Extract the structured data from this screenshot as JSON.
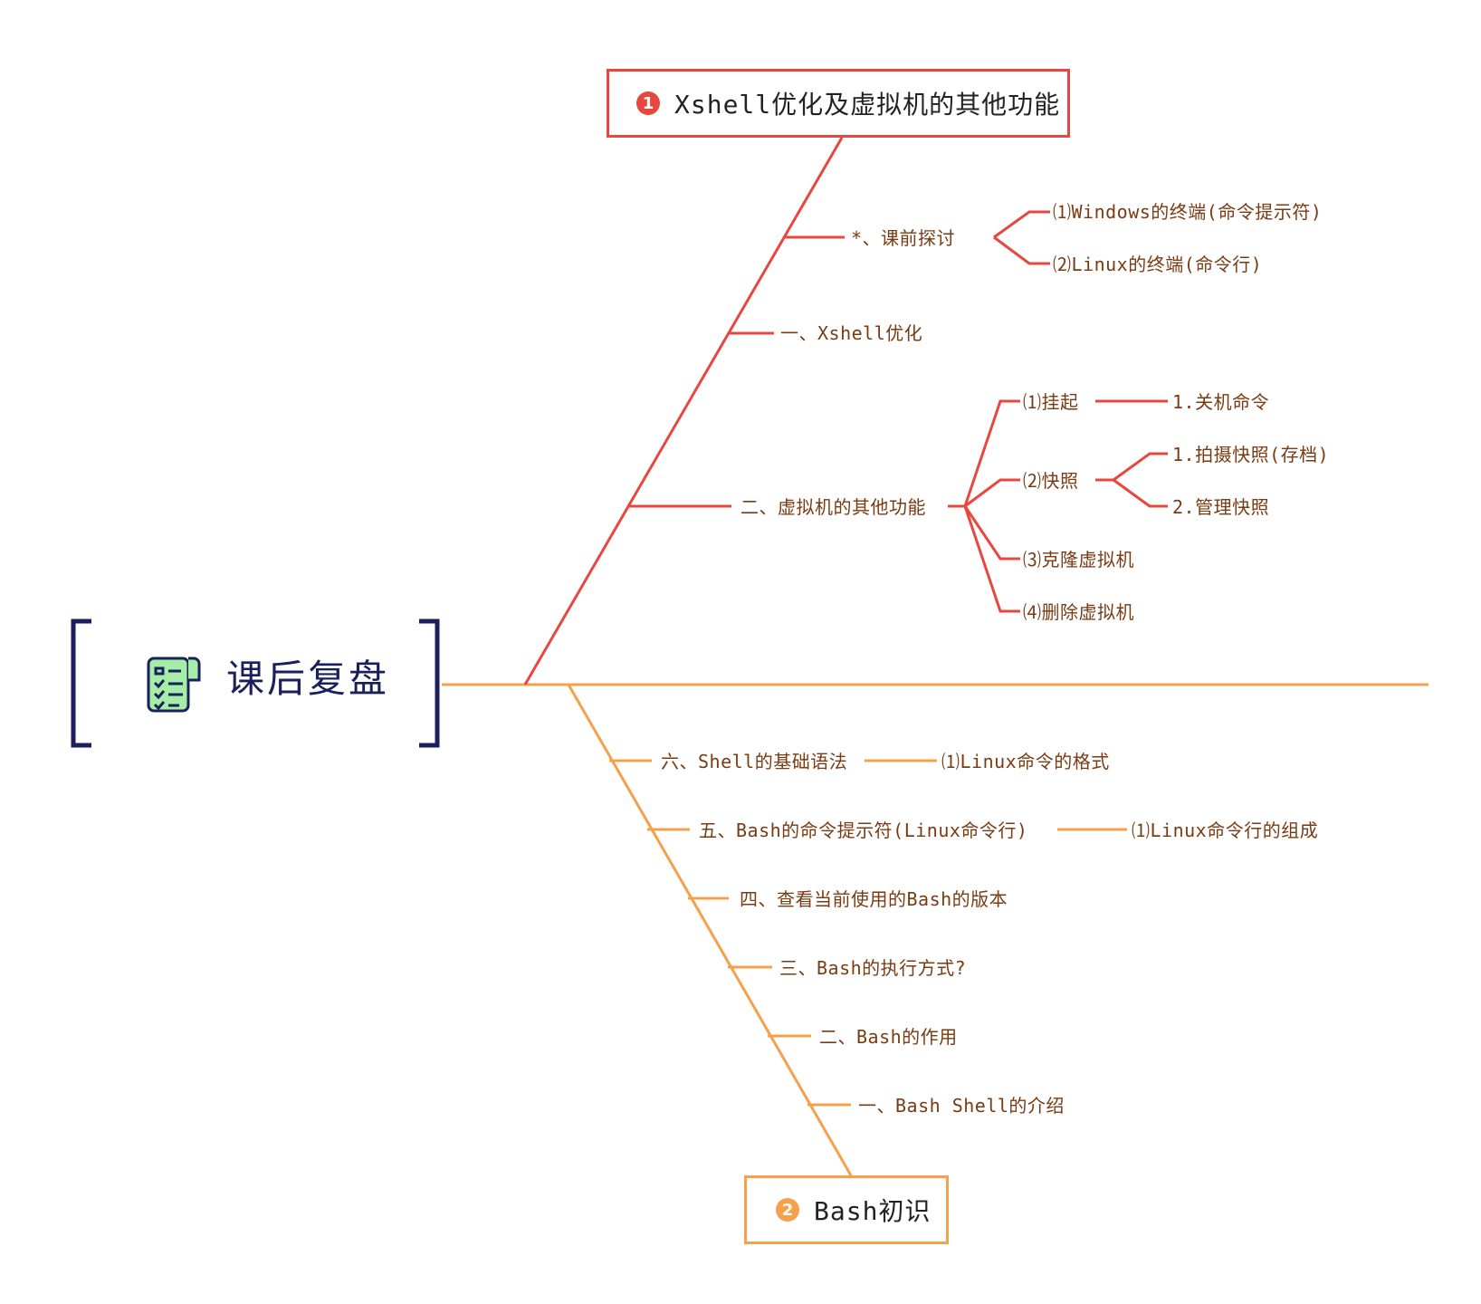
{
  "root": {
    "title": "课后复盘",
    "icon": "checklist-scroll-icon"
  },
  "branch1": {
    "number": "1",
    "title": "Xshell优化及虚拟机的其他功能",
    "color": "#e8473f",
    "items": [
      {
        "label": "*、课前探讨",
        "children": [
          "⑴Windows的终端(命令提示符)",
          "⑵Linux的终端(命令行)"
        ]
      },
      {
        "label": "一、Xshell优化"
      },
      {
        "label": "二、虚拟机的其他功能",
        "children": [
          {
            "label": "⑴挂起",
            "children": [
              "1.关机命令"
            ]
          },
          {
            "label": "⑵快照",
            "children": [
              "1.拍摄快照(存档)",
              "2.管理快照"
            ]
          },
          {
            "label": "⑶克隆虚拟机"
          },
          {
            "label": "⑷删除虚拟机"
          }
        ]
      }
    ]
  },
  "branch2": {
    "number": "2",
    "title": "Bash初识",
    "color": "#f5a04a",
    "items": [
      {
        "label": "六、Shell的基础语法",
        "children": [
          "⑴Linux命令的格式"
        ]
      },
      {
        "label": "五、Bash的命令提示符(Linux命令行)",
        "children": [
          "⑴Linux命令行的组成"
        ]
      },
      {
        "label": "四、查看当前使用的Bash的版本"
      },
      {
        "label": "三、Bash的执行方式?"
      },
      {
        "label": "二、Bash的作用"
      },
      {
        "label": "一、Bash Shell的介绍"
      }
    ]
  }
}
